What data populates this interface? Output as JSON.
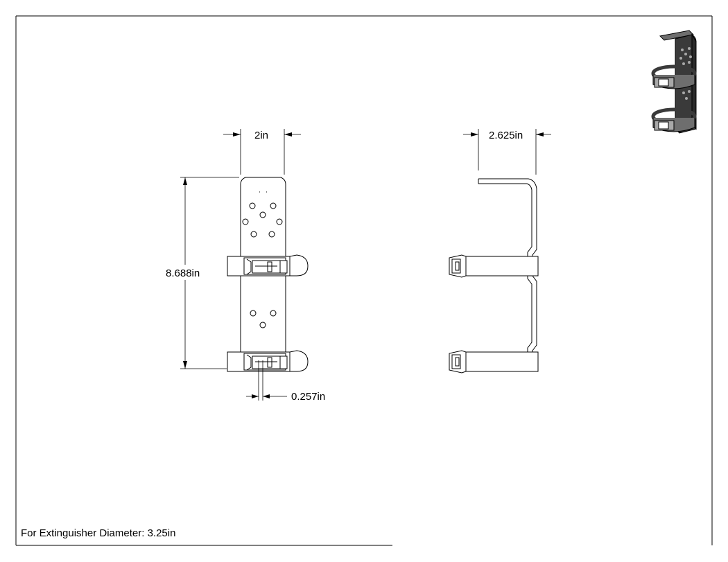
{
  "drawing": {
    "dimensions": {
      "width": "2in",
      "height": "8.688in",
      "depth": "2.625in",
      "slot": "0.257in"
    },
    "note": "For Extinguisher Diameter: 3.25in"
  },
  "colors": {
    "line": "#000000",
    "iso_dark": "#3a3a3a",
    "iso_mid": "#6e6e6e",
    "iso_light": "#a8a8a8"
  }
}
